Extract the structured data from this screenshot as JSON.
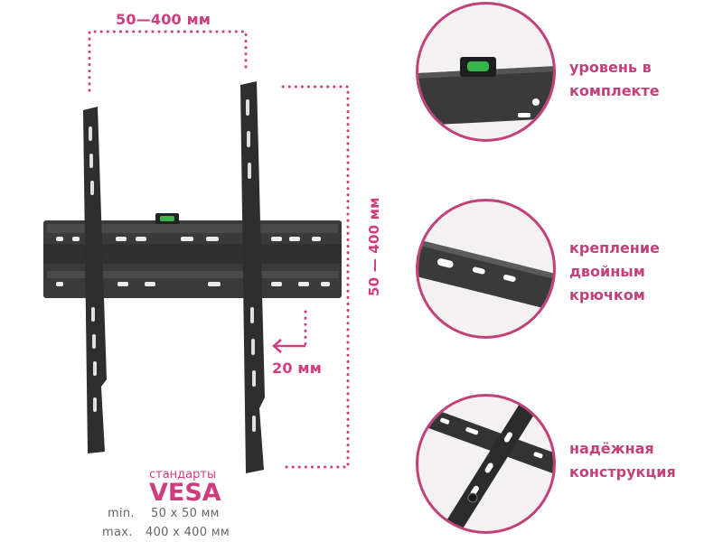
{
  "dimensions": {
    "top_width": "50—400 мм",
    "height": "50 — 400 мм",
    "depth": "20 мм"
  },
  "vesa": {
    "caption": "стандарты",
    "title": "VESA",
    "min_label": "min.",
    "min_value": "50 x 50 мм",
    "max_label": "max.",
    "max_value": "400 x 400 мм"
  },
  "features": [
    {
      "line1": "уровень в",
      "line2": "комплекте",
      "line3": "",
      "icon": "level-icon"
    },
    {
      "line1": "крепление",
      "line2": "двойным",
      "line3": "крючком",
      "icon": "hook-icon"
    },
    {
      "line1": "надёжная",
      "line2": "конструкция",
      "line3": "",
      "icon": "frame-icon"
    }
  ],
  "colors": {
    "accent": "#cf3d7f",
    "text_gray": "#666666",
    "metal": "#2b2b2b"
  }
}
